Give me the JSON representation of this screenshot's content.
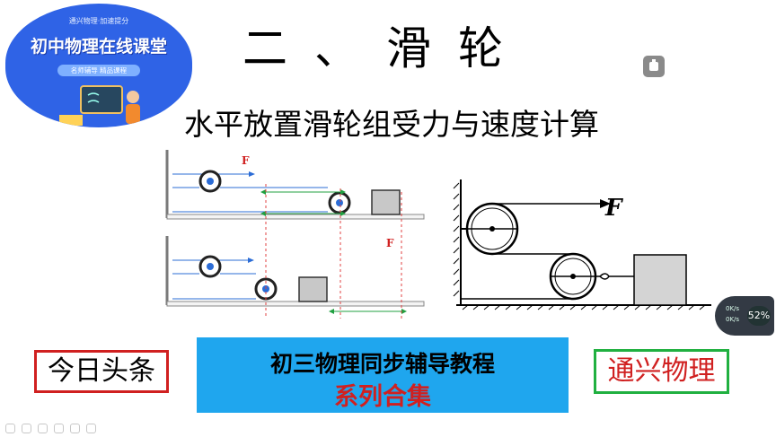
{
  "logo": {
    "top_text": "通兴物理·加速提分",
    "main_text": "初中物理在线课堂",
    "pill_text": "名师辅导 精品课程"
  },
  "title": "二、滑轮",
  "subtitle": "水平放置滑轮组受力与速度计算",
  "diagrams": {
    "force_label_small": "F",
    "force_label_large": "F"
  },
  "banner": {
    "line1": "初三物理同步辅导教程",
    "line2": "系列合集"
  },
  "left_tag": "今日头条",
  "right_tag": "通兴物理",
  "speed_widget": {
    "up": "0K/s",
    "down": "0K/s",
    "percent": "52%"
  },
  "colors": {
    "blue_banner": "#1fa6ee",
    "red_text": "#d02020",
    "green_border": "#20b040",
    "logo_blue": "#2f63e6"
  }
}
